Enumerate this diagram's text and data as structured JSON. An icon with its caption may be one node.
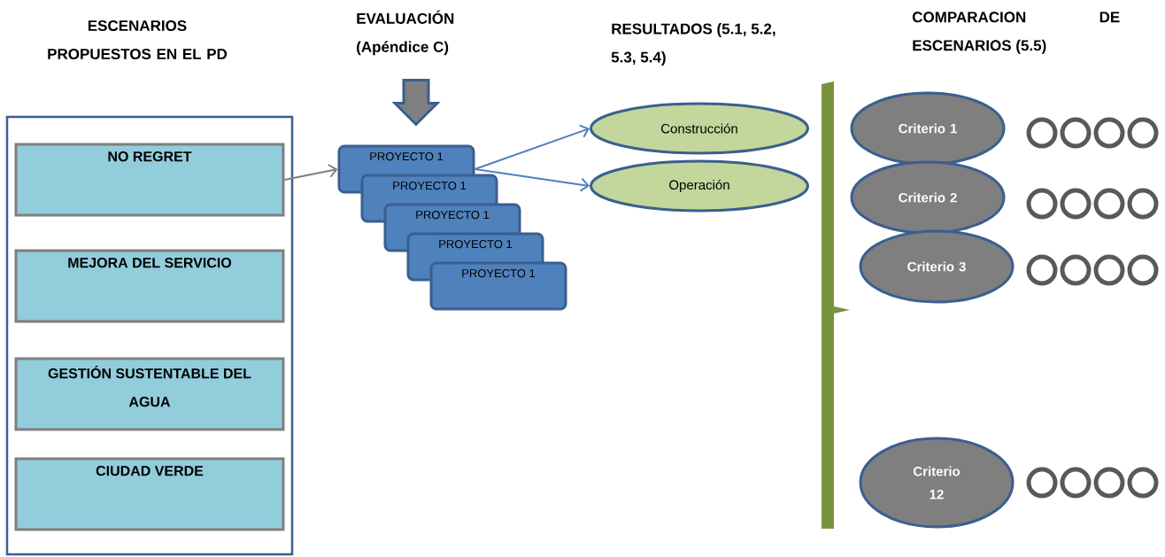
{
  "diagram": {
    "nodes": [
      {
        "text": [],
        "shape": "box"
      },
      {
        "text": [
          "NO REGRET"
        ],
        "in": 0
      },
      {
        "text": [
          "MEJORA DEL SERVICIO"
        ],
        "in": 0
      },
      {
        "text": [
          "GESTIÓN SUSTENTABLE DEL AGUA"
        ],
        "in": 0
      },
      {
        "text": [
          "CIUDAD VERDE"
        ],
        "in": 0
      },
      {
        "text": [
          "PROYECTO 1"
        ]
      },
      {
        "text": [
          "PROYECTO 1"
        ]
      },
      {
        "text": [
          "PROYECTO 1"
        ]
      },
      {
        "text": [
          "PROYECTO 1"
        ]
      },
      {
        "text": [
          "PROYECTO 1"
        ]
      },
      {
        "text": [
          "Construcción"
        ]
      },
      {
        "text": [
          "Operación"
        ]
      },
      {
        "text": [
          "Criterio 1"
        ]
      },
      {
        "text": [
          "Criterio 2"
        ]
      },
      {
        "text": [
          "Criterio 3"
        ]
      },
      {
        "text": [
          "Criterio 12"
        ]
      }
    ],
    "edges": [
      {
        "from": 1,
        "to": 5,
        "arrow": "to",
        "color": "#7f7f7f"
      },
      {
        "from": null,
        "to": 5,
        "arrow": "to",
        "style": "thick"
      },
      {
        "from": 5,
        "to": 10,
        "arrow": "to"
      },
      {
        "from": 5,
        "to": 11,
        "arrow": "to"
      }
    ],
    "labels": [
      "ESCENARIOS PROPUESTOS EN EL PD",
      "EVALUACIÓN (Apéndice C)",
      "RESULTADOS (5.1, 5.2, 5.3, 5.4)",
      "COMPARACION DE ESCENARIOS (5.5)"
    ]
  }
}
